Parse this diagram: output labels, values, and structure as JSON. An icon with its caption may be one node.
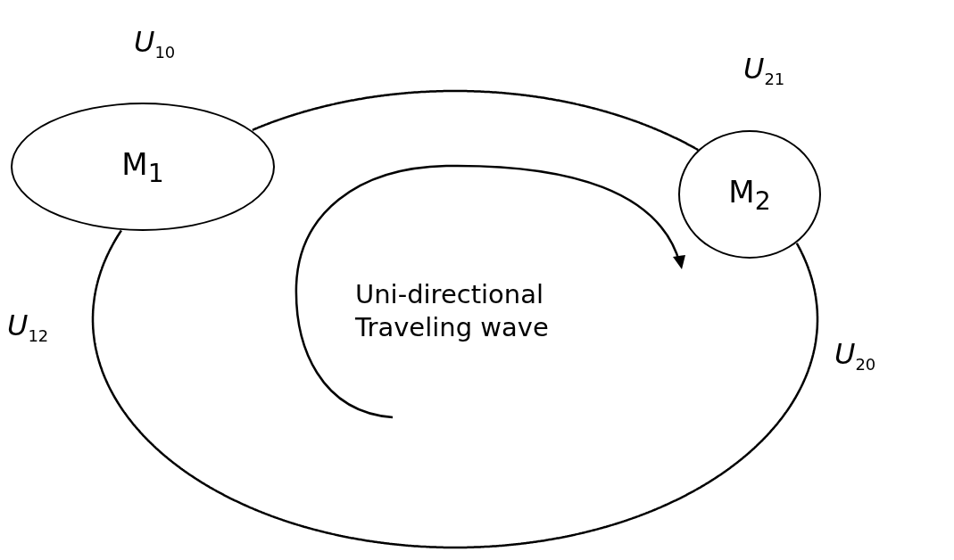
{
  "diagram": {
    "nodes": [
      {
        "text": [
          "M$_{1}$"
        ]
      },
      {
        "text": [
          "M$_{2}$"
        ]
      }
    ],
    "edges": [
      {
        "from": 0,
        "to": 1,
        "arrow": "none"
      },
      {
        "from": 0,
        "to": 1,
        "arrow": "none"
      }
    ],
    "labels": [
      "*U*$_{10}$",
      "*U*$_{21}$",
      "*U*$_{12}$",
      "Uni-directional Traveling wave",
      "*U*$_{20}$"
    ]
  }
}
